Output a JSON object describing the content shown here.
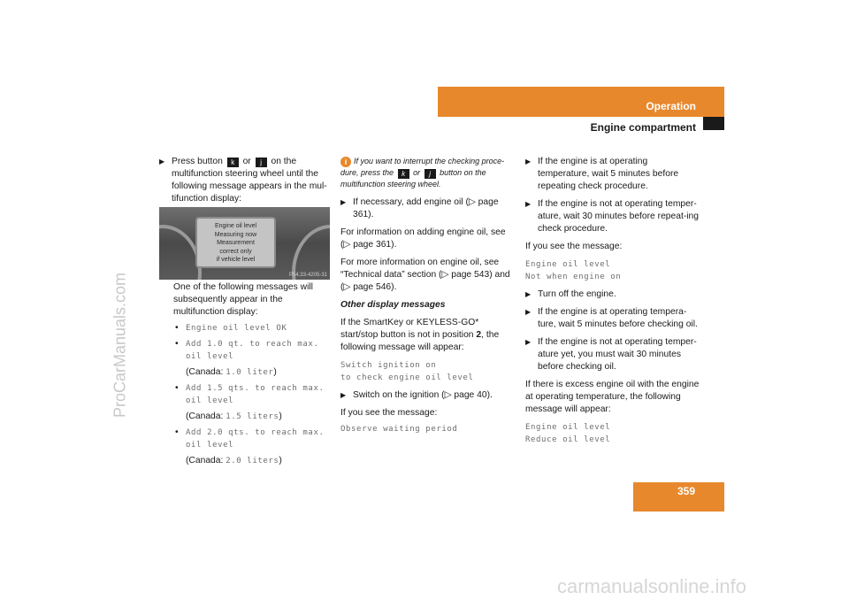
{
  "header": {
    "section": "Operation",
    "subsection": "Engine compartment"
  },
  "page_number": "359",
  "watermarks": {
    "side": "ProCarManuals.com",
    "bottom": "carmanualsonline.info"
  },
  "icons": {
    "arrow": "triangle-right-icon",
    "key_up": "k",
    "key_down": "j",
    "info": "i"
  },
  "colors": {
    "accent": "#e8882c"
  },
  "col1": {
    "step_a": "Press button",
    "step_or": "or",
    "step_b": "on the multifunction steering wheel until the following message appears in the mul-tifunction display:",
    "display_lines": [
      "Engine oil level",
      "Measuring now",
      "Measurement",
      "correct only",
      "if vehicle level"
    ],
    "image_code": "P54.33-4205-31",
    "after_display": "One of the following messages will subsequently appear in the multifunction display:",
    "bullets": [
      {
        "text": "Engine oil level OK"
      },
      {
        "text": "Add 1.0 qt. to reach max. oil level",
        "canada_pre": "(Canada: ",
        "canada_val": "1.0 liter",
        "canada_post": ")"
      },
      {
        "text": "Add 1.5 qts. to reach max. oil level",
        "canada_pre": "(Canada: ",
        "canada_val": "1.5 liters",
        "canada_post": ")"
      },
      {
        "text": "Add 2.0 qts. to reach max. oil level",
        "canada_pre": "(Canada: ",
        "canada_val": "2.0 liters",
        "canada_post": ")"
      }
    ]
  },
  "col2": {
    "note_a": "If you want to interrupt the checking proce-dure, press the",
    "note_or": "or",
    "note_b": "button on the multifunction steering wheel.",
    "step1": "If necessary, add engine oil (▷ page 361).",
    "p1": "For information on adding engine oil, see (▷ page 361).",
    "p2": "For more information on engine oil, see “Technical data” section (▷ page 543) and (▷ page 546).",
    "subheading": "Other display messages",
    "p3a": "If the SmartKey or KEYLESS-GO* start/stop button is not in position",
    "p3b": "2",
    "p3c": ", the following message will appear:",
    "msg1": [
      "Switch ignition on",
      "to check engine oil level"
    ],
    "step2": "Switch on the ignition (▷ page 40).",
    "p4": "If you see the message:",
    "msg2": "Observe waiting period"
  },
  "col3": {
    "step1": "If the engine is at operating temperature, wait 5 minutes before repeating check procedure.",
    "step2": "If the engine is not at operating temper-ature, wait 30 minutes before repeat-ing check procedure.",
    "p1": "If you see the message:",
    "msg1": [
      "Engine oil level",
      "Not when engine on"
    ],
    "step3": "Turn off the engine.",
    "step4": "If the engine is at operating tempera-ture, wait 5 minutes before checking oil.",
    "step5": "If the engine is not at operating temper-ature yet, you must wait 30 minutes before checking oil.",
    "p2": "If there is excess engine oil with the engine at operating temperature, the following message will appear:",
    "msg2": [
      "Engine oil level",
      "Reduce oil level"
    ]
  }
}
